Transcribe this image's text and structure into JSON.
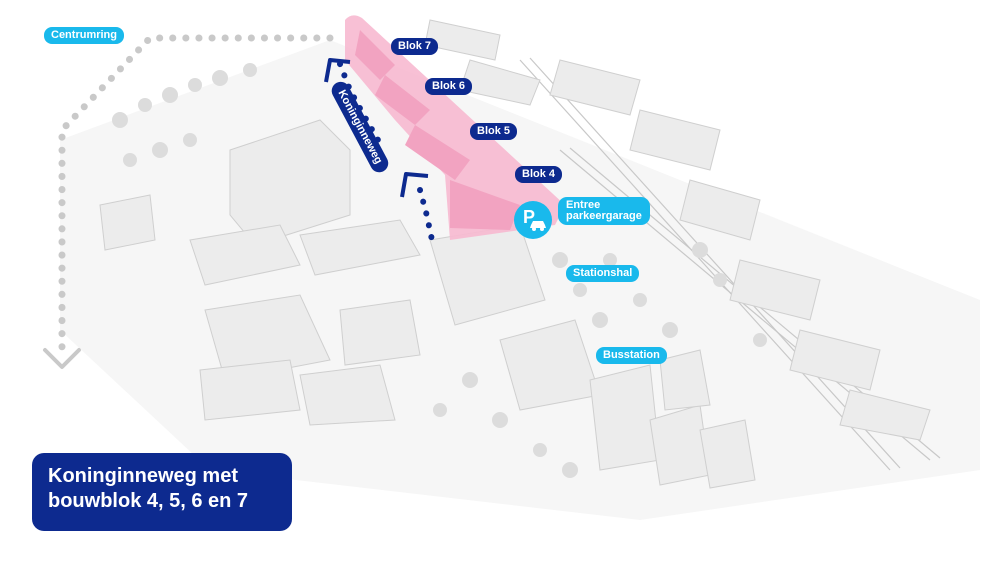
{
  "labels": {
    "centrumring": "Centrumring",
    "road": "Koninginneweg",
    "blok7": "Blok 7",
    "blok6": "Blok 6",
    "blok5": "Blok 5",
    "blok4": "Blok 4",
    "entree_line1": "Entree",
    "entree_line2": "parkeergarage",
    "stationshal": "Stationshal",
    "busstation": "Busstation"
  },
  "caption": {
    "line1": "Koninginneweg met",
    "line2": "bouwblok 4, 5, 6 en 7"
  },
  "icons": {
    "parking": "parking-car-icon",
    "route": "dotted-route-arrow-icon"
  },
  "colors": {
    "navy": "#0d2a8f",
    "cyan": "#19b9ec",
    "highlight": "#f7b9d0",
    "building": "#ececec",
    "route": "#c9c9c9"
  }
}
